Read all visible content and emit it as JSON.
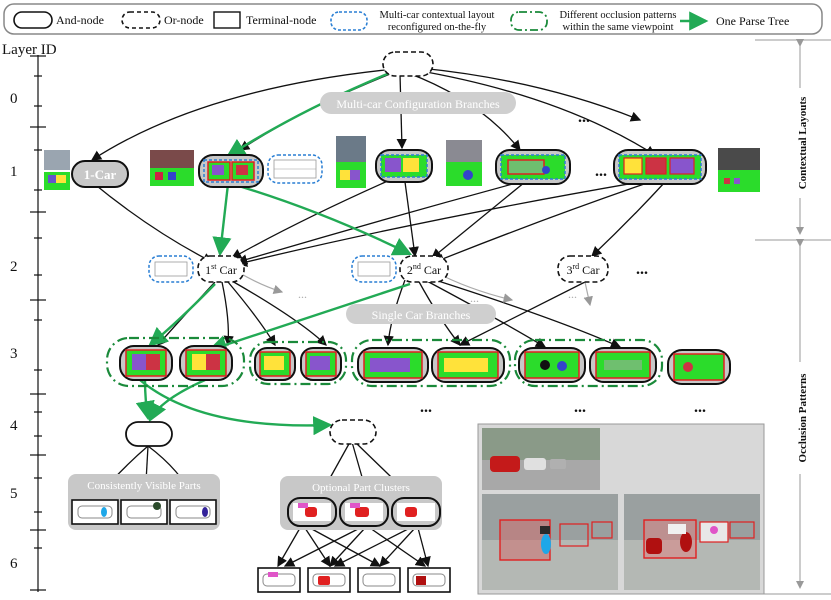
{
  "legend": {
    "and_node": "And-node",
    "or_node": "Or-node",
    "terminal_node": "Terminal-node",
    "multi_car_line1": "Multi-car contextual layout",
    "multi_car_line2": "reconfigured on-the-fly",
    "occlusion_line1": "Different occlusion patterns",
    "occlusion_line2": "within the same viewpoint",
    "parse_tree": "One Parse Tree"
  },
  "axis": {
    "title": "Layer ID",
    "layers": [
      "0",
      "1",
      "2",
      "3",
      "4",
      "5",
      "6"
    ]
  },
  "branches": {
    "multi_car": "Multi-car Configuration Branches",
    "single_car": "Single Car Branches",
    "visible_parts": "Consistently Visible Parts",
    "optional_parts": "Optional Part Clusters"
  },
  "nodes": {
    "one_car": "1-Car",
    "car1_num": "1",
    "car1_sup": "st",
    "car1_word": " Car",
    "car2_num": "2",
    "car2_sup": "nd",
    "car2_word": " Car",
    "car3_num": "3",
    "car3_sup": "rd",
    "car3_word": " Car",
    "ellipsis": "...",
    "faint_ellipsis": "..."
  },
  "side": {
    "contextual": "Contextual Layouts",
    "occlusion": "Occlusion Patterns"
  },
  "colors": {
    "parse_tree": "#22aa55",
    "blue_dash": "#2a7fd4",
    "green_dashdot": "#1a8a3a",
    "red_box": "#e02020",
    "node_fill": "#c8c8c8",
    "branch_fill": "#cfcfcf"
  }
}
